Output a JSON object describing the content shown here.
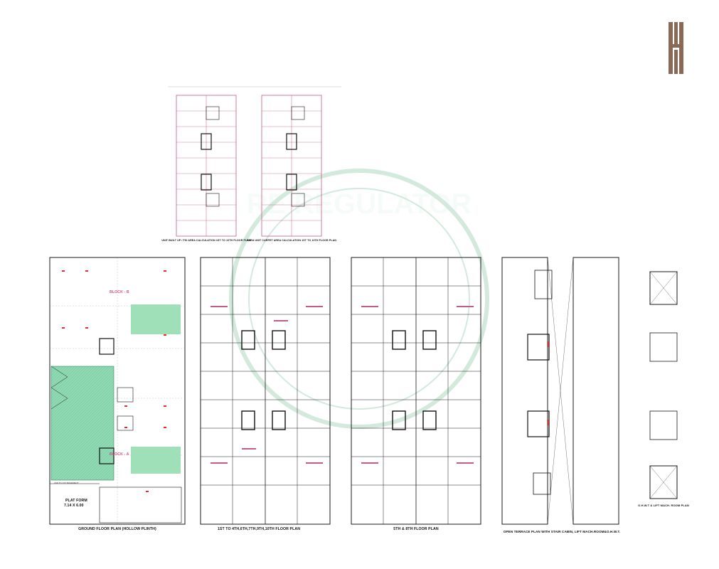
{
  "brand": {
    "logo_color": "#8a6a56"
  },
  "watermark": {
    "text": "RE REGULATOR",
    "color": "#7fc29a"
  },
  "colors": {
    "wall": "#1a1a1a",
    "grid": "#c85a8a",
    "ramp": "#8fd9b3",
    "garden": "#9fe0b8",
    "red_mark": "#d93030"
  },
  "plans": {
    "unit_builtup": "UNIT BUILT UP / FSI AREA CALCULATION 1ST TO 10TH FLOOR PLAN",
    "unit_carpet": "RERA UNIT CARPET AREA CALCULATION 1ST TO 10TH FLOOR PLAN",
    "ground": "GROUND FLOOR PLAN (HOLLOW PLINTH)",
    "typical": "1ST TO 4TH,6TH,7TH,9TH,10TH FLOOR PLAN",
    "fifth_eighth": "5TH & 8TH FLOOR PLAN",
    "terrace": "OPEN TERRACE PLAN WITH STAIR CABIN, LIFT MACH.ROOM&O.H.W.T.",
    "ohwt": "O.H.W.T & LIFT MACH. ROOM PLAN"
  },
  "notes": {
    "platform": "PLAT FORM",
    "platform_size": "7.14 X 6.00",
    "basement": "2ND TO 1ST BASEMENT",
    "block_b": "BLOCK - B",
    "block_a": "BLOCK - A"
  }
}
